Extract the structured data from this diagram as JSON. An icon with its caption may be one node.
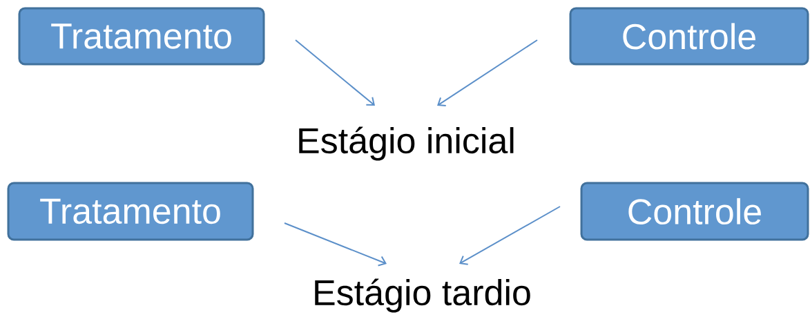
{
  "diagram": {
    "nodes": [
      {
        "text": [
          "Tratamento"
        ]
      },
      {
        "text": [
          "Controle"
        ]
      },
      {
        "text": [
          "Estágio inicial"
        ]
      },
      {
        "text": [
          "Tratamento"
        ]
      },
      {
        "text": [
          "Controle"
        ]
      },
      {
        "text": [
          "Estágio tardio"
        ]
      }
    ],
    "edges": [
      {
        "from": 0,
        "to": 2,
        "arrow": "to"
      },
      {
        "from": 1,
        "to": 2,
        "arrow": "to"
      },
      {
        "from": 3,
        "to": 5,
        "arrow": "to"
      },
      {
        "from": 4,
        "to": 5,
        "arrow": "to"
      }
    ]
  }
}
